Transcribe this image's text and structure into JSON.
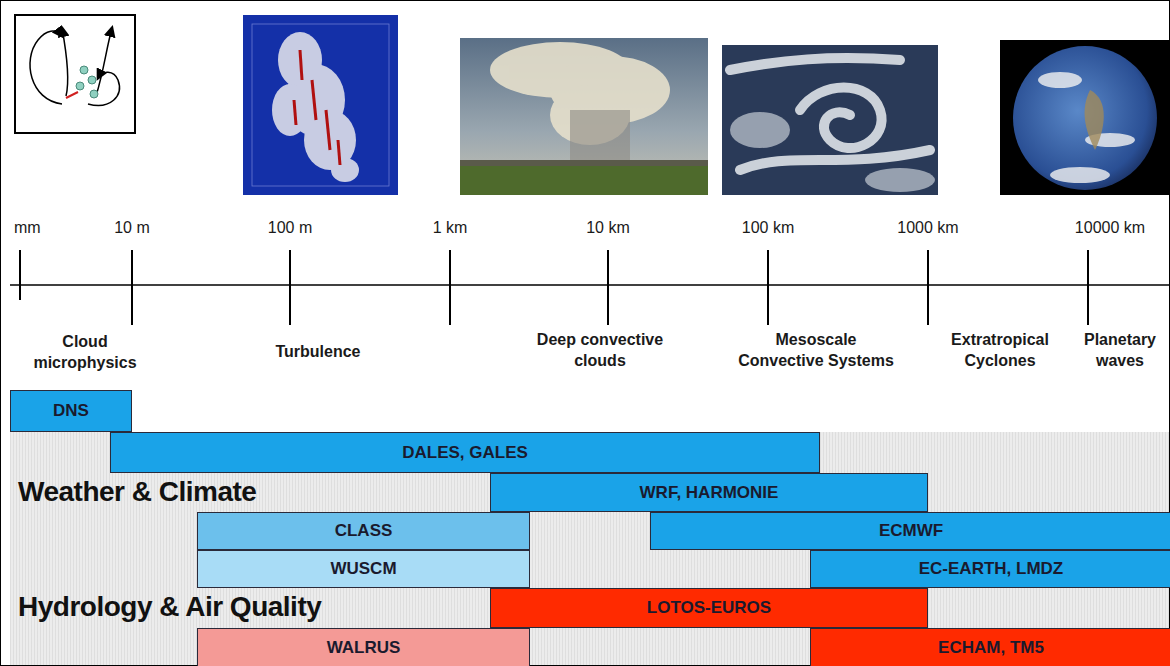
{
  "diagram": {
    "nodes": [
      {
        "text": [
          "DNS"
        ]
      },
      {
        "text": [
          "DALES, GALES"
        ]
      },
      {
        "text": [
          "WRF, HARMONIE"
        ]
      },
      {
        "text": [
          "CLASS"
        ]
      },
      {
        "text": [
          "ECMWF"
        ]
      },
      {
        "text": [
          "WUSCM"
        ]
      },
      {
        "text": [
          "EC-EARTH,  LMDZ"
        ]
      },
      {
        "text": [
          "LOTOS-EUROS"
        ]
      },
      {
        "text": [
          "WALRUS"
        ]
      },
      {
        "text": [
          "ECHAM, TM5"
        ]
      }
    ],
    "labels": [
      "mm",
      "10 m",
      "100 m",
      "1 km",
      "10 km",
      "100 km",
      "1000 km",
      "10000 km",
      "Cloud microphysics",
      "Turbulence",
      "Deep convective clouds",
      "Mesoscale Convective Systems",
      "Extratropical Cyclones",
      "Planetary waves",
      "Weather & Climate",
      "Hydrology & Air Quality"
    ]
  }
}
